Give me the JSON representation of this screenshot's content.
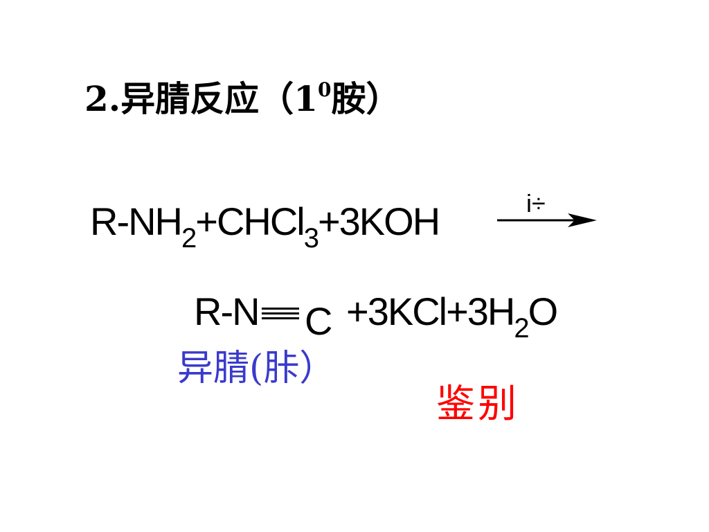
{
  "title": {
    "prefix": "2.异腈反应（1",
    "superscript": "0",
    "suffix": "胺）"
  },
  "equation1": {
    "part1": "R-NH",
    "sub1": "2",
    "part2": "+CHCl",
    "sub2": "3",
    "part3": "+3KOH"
  },
  "arrow": {
    "condition": "i÷"
  },
  "equation2": {
    "left": "R-N",
    "c": "C",
    "right_part1": "+3KCl+3H",
    "right_sub": "2",
    "right_part2": "O"
  },
  "labels": {
    "product_name": "异腈(胩）",
    "note": "鉴别"
  },
  "colors": {
    "product_name": "#3a3acc",
    "note": "#ff0000",
    "text": "#000000"
  }
}
